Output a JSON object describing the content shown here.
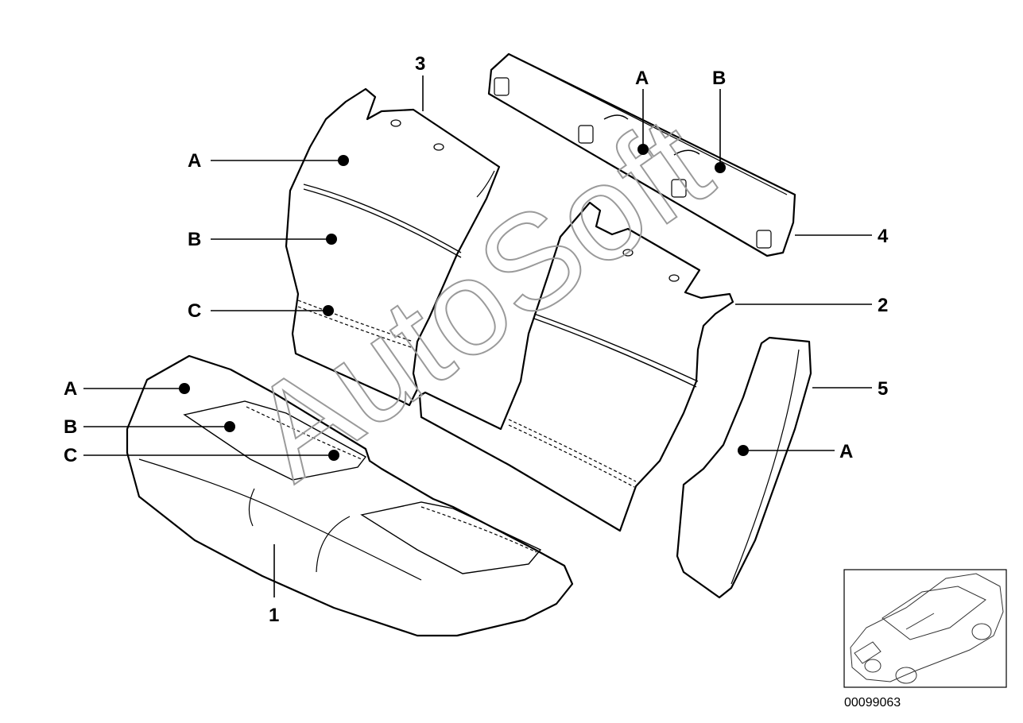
{
  "watermark": "AutoSoft",
  "image_code": "00099063",
  "callouts": {
    "part_1": "1",
    "part_2": "2",
    "part_3": "3",
    "part_4": "4",
    "part_5": "5",
    "backrest_left_a": "A",
    "backrest_left_b": "B",
    "backrest_left_c": "C",
    "cushion_a": "A",
    "cushion_b": "B",
    "cushion_c": "C",
    "armrest_a": "A",
    "armrest_b": "B",
    "side_a": "A"
  }
}
